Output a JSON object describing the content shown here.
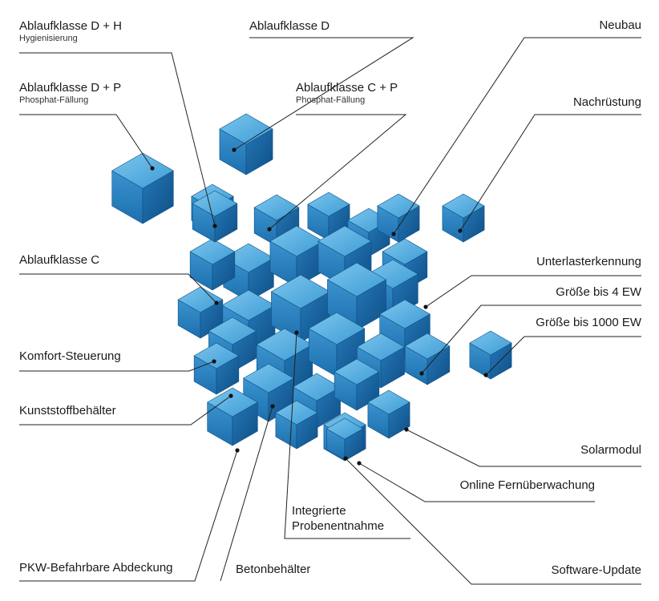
{
  "labels": {
    "dh": {
      "title": "Ablaufklasse D + H",
      "sub": "Hygienisierung"
    },
    "d": {
      "title": "Ablaufklasse D"
    },
    "dp": {
      "title": "Ablaufklasse D + P",
      "sub": "Phosphat-Fällung"
    },
    "cp": {
      "title": "Ablaufklasse C + P",
      "sub": "Phosphat-Fällung"
    },
    "c": {
      "title": "Ablaufklasse C"
    },
    "komfort": {
      "title": "Komfort-Steuerung"
    },
    "kunststoff": {
      "title": "Kunststoffbehälter"
    },
    "pkw": {
      "title": "PKW-Befahrbare Abdeckung"
    },
    "beton": {
      "title": "Betonbehälter"
    },
    "probe": {
      "title": "Integrierte",
      "title2": "Probenentnahme"
    },
    "neubau": {
      "title": "Neubau"
    },
    "nachruestung": {
      "title": "Nachrüstung"
    },
    "unterlast": {
      "title": "Unterlasterkennung"
    },
    "ew4": {
      "title": "Größe bis 4 EW"
    },
    "ew1000": {
      "title": "Größe bis 1000 EW"
    },
    "solar": {
      "title": "Solarmodul"
    },
    "online": {
      "title": "Online Fernüberwachung"
    },
    "software": {
      "title": "Software-Update"
    }
  },
  "colors": {
    "cube_top": "#5fb4e3",
    "cube_left": "#2c84c2",
    "cube_right": "#1b6aa6",
    "leader": "#222222"
  }
}
